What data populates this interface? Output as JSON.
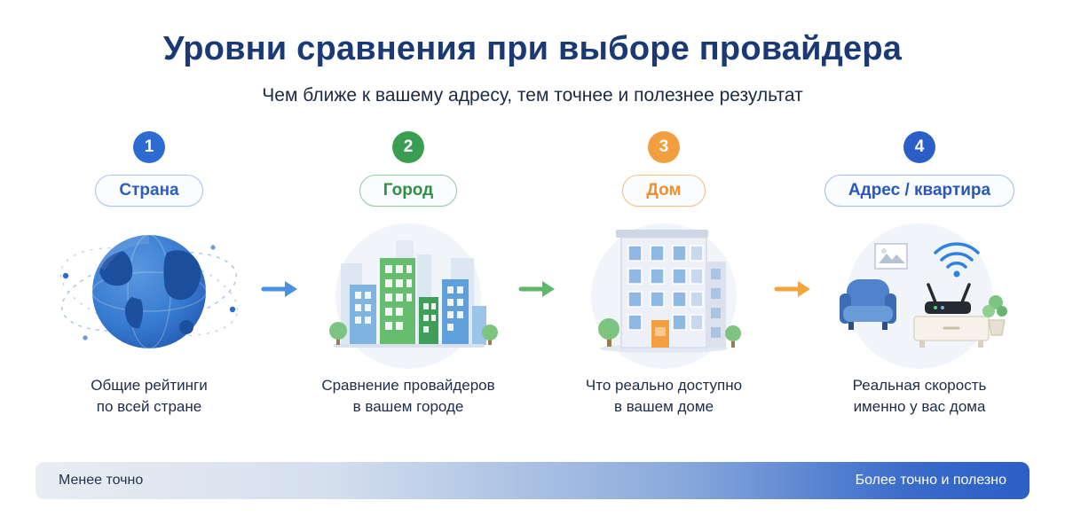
{
  "page": {
    "title": "Уровни сравнения при выборе провайдера",
    "subtitle": "Чем ближе к вашему адресу, тем точнее и полезнее результат"
  },
  "steps": [
    {
      "number": "1",
      "label": "Страна",
      "illustration": "globe-icon",
      "accent_color": "#2e6bd0",
      "lines": [
        "Общие рейтинги",
        "по всей стране"
      ]
    },
    {
      "number": "2",
      "label": "Город",
      "illustration": "city-icon",
      "accent_color": "#3a9e52",
      "lines": [
        "Сравнение провайдеров",
        "в вашем городе"
      ]
    },
    {
      "number": "3",
      "label": "Дом",
      "illustration": "apartment-building-icon",
      "accent_color": "#f2a03f",
      "lines": [
        "Что реально доступно",
        "в вашем доме"
      ]
    },
    {
      "number": "4",
      "label": "Адрес / квартира",
      "illustration": "home-interior-icon",
      "accent_color": "#2b5fc7",
      "lines": [
        "Реальная скорость",
        "именно у вас дома"
      ]
    }
  ],
  "arrows": [
    {
      "color": "#4a90e2"
    },
    {
      "color": "#5fb76a"
    },
    {
      "color": "#f5a43c"
    }
  ],
  "footer": {
    "left_label": "Менее точно",
    "right_label": "Более точно и полезно",
    "gradient_start": "#e9edf4",
    "gradient_end": "#2b5fc7"
  }
}
